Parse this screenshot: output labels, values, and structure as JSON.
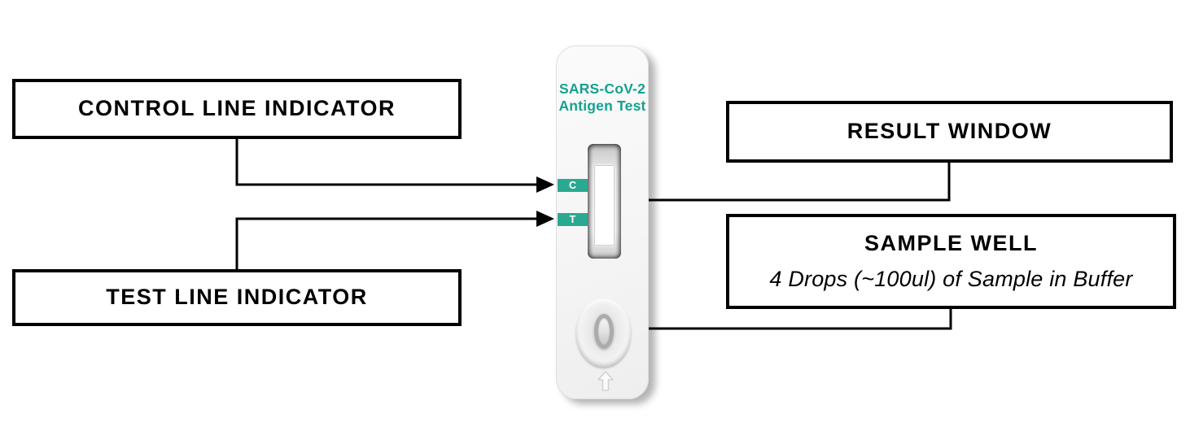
{
  "diagram": {
    "callouts": {
      "control_line": "CONTROL LINE INDICATOR",
      "test_line": "TEST LINE INDICATOR",
      "result_window": "RESULT WINDOW",
      "sample_well": {
        "title": "SAMPLE WELL",
        "subtitle": "4 Drops (~100ul) of Sample in Buffer"
      }
    },
    "cassette": {
      "title_line1": "SARS-CoV-2",
      "title_line2": "Antigen Test",
      "control_marker": "C",
      "test_marker": "T"
    },
    "icons": {
      "orientation_arrow": "up-arrow-outline"
    },
    "colors": {
      "cassette_title_teal": "#14A18F",
      "marker_teal": "#2AA992",
      "connector_black": "#000000",
      "callout_border": "#000000",
      "background": "#FFFFFF"
    }
  }
}
